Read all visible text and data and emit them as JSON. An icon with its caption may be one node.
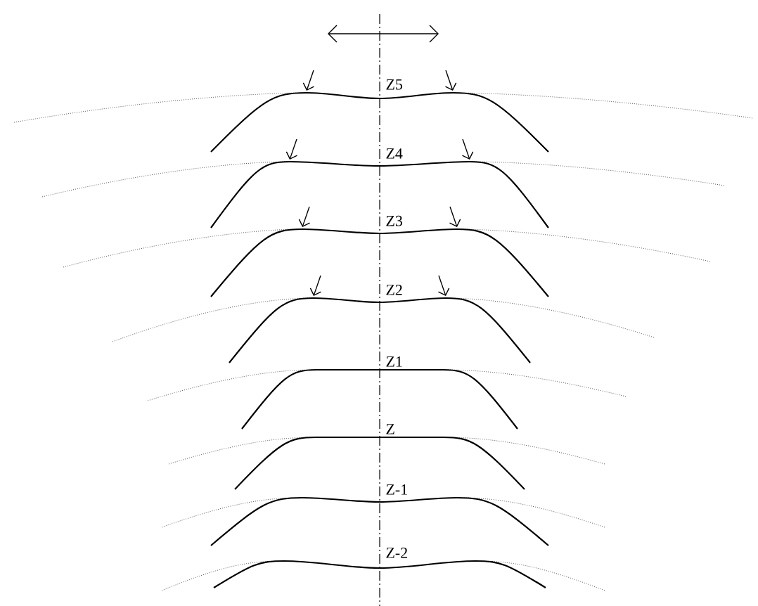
{
  "diagram": {
    "labels": [
      "Z5",
      "Z4",
      "Z3",
      "Z2",
      "Z1",
      "Z",
      "Z-1",
      "Z-2"
    ]
  }
}
